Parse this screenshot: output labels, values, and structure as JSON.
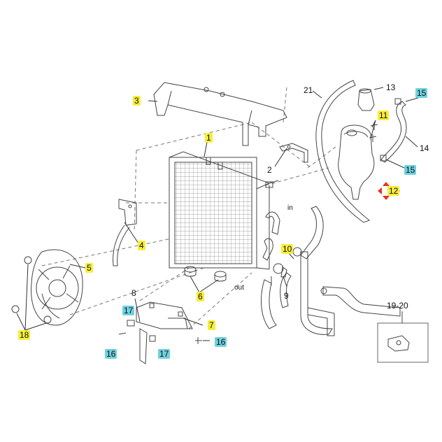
{
  "callouts": {
    "p1": "1",
    "p2": "2",
    "p3": "3",
    "p4": "4",
    "p5": "5",
    "p6": "6",
    "p7": "7",
    "p8": "8",
    "p9": "9",
    "p10": "10",
    "p11": "11",
    "p12": "12",
    "p13": "13",
    "p14": "14",
    "p15a": "15",
    "p15b": "15",
    "p16a": "16",
    "p16b": "16",
    "p17a": "17",
    "p17b": "17",
    "p18": "18",
    "p19_20": "19-20",
    "p21": "21"
  },
  "labels": {
    "in": "in",
    "out": "out"
  },
  "colors": {
    "yellow_highlight": "#f6ee3a",
    "cyan_highlight": "#6fd1de",
    "line": "#444444",
    "dashed": "#777777",
    "move_marker": "#e53222"
  }
}
